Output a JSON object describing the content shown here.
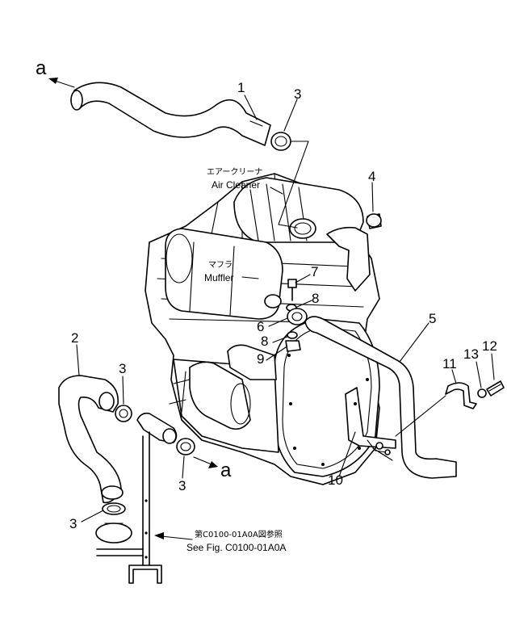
{
  "callouts": {
    "a_top": "a",
    "a_bottom": "a",
    "n1": "1",
    "n2": "2",
    "n3_top": "3",
    "n3_left": "3",
    "n3_lower": "3",
    "n3_bottom": "3",
    "n4": "4",
    "n5": "5",
    "n6": "6",
    "n7": "7",
    "n8_upper": "8",
    "n8_lower": "8",
    "n9": "9",
    "n10": "10",
    "n11": "11",
    "n12": "12",
    "n13": "13"
  },
  "labels": {
    "air_cleaner_jp": "エアークリーナ",
    "air_cleaner_en": "Air Cleaner",
    "muffler_jp": "マフラ",
    "muffler_en": "Muffler",
    "see_fig_jp": "第C0100-01A0A図参照",
    "see_fig_en": "See Fig. C0100-01A0A"
  }
}
